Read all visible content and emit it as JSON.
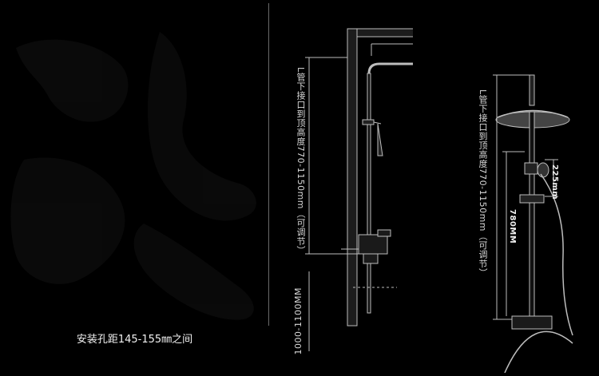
{
  "left_panel": {
    "caption": "安装孔距145-155㎜之间"
  },
  "middle_diagram": {
    "height_note": "L管下接口到顶高度770-1150mm（可调节）",
    "pipe_length": "1000-1100MM"
  },
  "right_diagram": {
    "height_note": "L管下接口到顶高度770-1150mm（可调节）",
    "dim_short": "225mm",
    "dim_long": "780MM"
  }
}
